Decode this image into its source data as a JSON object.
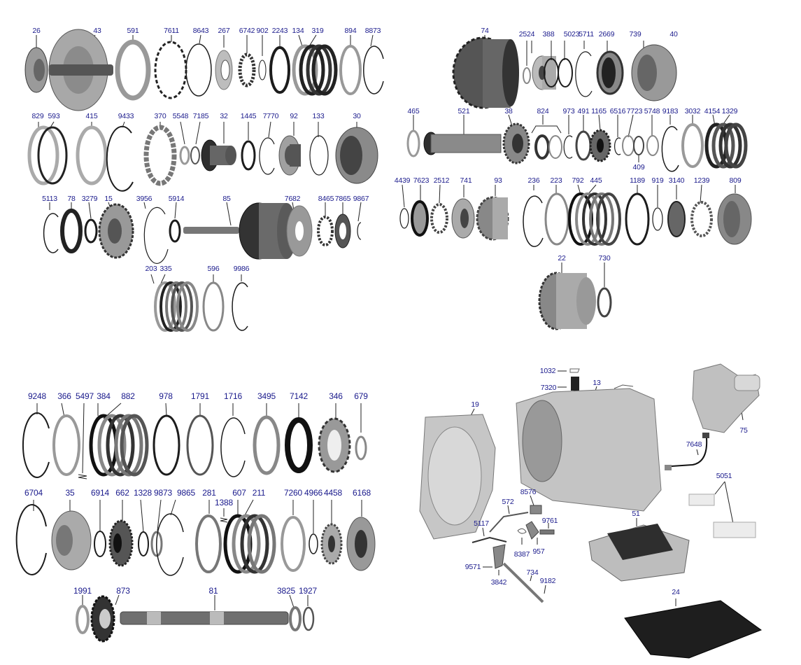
{
  "title": "Automatic transmission exploded parts diagram",
  "label_color": "#1a1a8c",
  "groups": {
    "top_left": {
      "row1": [
        "26",
        "43",
        "591",
        "7611",
        "8643",
        "267",
        "6742",
        "902",
        "2243",
        "134",
        "319",
        "894",
        "8873"
      ],
      "row2": [
        "829",
        "593",
        "415",
        "9433",
        "370",
        "5548",
        "7185",
        "32",
        "1445",
        "7770",
        "92",
        "133",
        "30"
      ],
      "row3": [
        "5113",
        "78",
        "3279",
        "15",
        "3956",
        "5914",
        "85",
        "7682",
        "8465",
        "7865",
        "9867"
      ],
      "row4": [
        "203",
        "335",
        "596",
        "9986"
      ]
    },
    "top_right": {
      "row1": [
        "74",
        "2524",
        "388",
        "5023",
        "5711",
        "2669",
        "739",
        "40"
      ],
      "row2": [
        "465",
        "521",
        "38",
        "824",
        "973",
        "491",
        "1165",
        "6516",
        "7723",
        "5748",
        "9183",
        "3032",
        "4154",
        "1329",
        "409"
      ],
      "row3": [
        "4439",
        "7623",
        "2512",
        "741",
        "93",
        "236",
        "223",
        "792",
        "445",
        "1189",
        "919",
        "3140",
        "1239",
        "809"
      ],
      "row4": [
        "22",
        "730"
      ]
    },
    "bottom_left": {
      "row1": [
        "9248",
        "366",
        "5497",
        "384",
        "882",
        "978",
        "1791",
        "1716",
        "3495",
        "7142",
        "346",
        "679"
      ],
      "row2": [
        "6704",
        "35",
        "6914",
        "662",
        "1328",
        "9873",
        "9865",
        "281",
        "1388",
        "607",
        "211",
        "7260",
        "4966",
        "4458",
        "6168"
      ],
      "row3": [
        "1991",
        "873",
        "81",
        "3825",
        "1927"
      ]
    },
    "bottom_right": {
      "housing": [
        "1032",
        "7320",
        "13",
        "19",
        "75",
        "7648"
      ],
      "shift_linkage": [
        "8576",
        "572",
        "9761",
        "5117",
        "957",
        "8387",
        "9571",
        "3842",
        "734",
        "9182"
      ],
      "valve_body": [
        "5051",
        "51",
        "24"
      ]
    }
  },
  "labels": {
    "l26": "26",
    "l43": "43",
    "l591": "591",
    "l7611": "7611",
    "l8643": "8643",
    "l267": "267",
    "l6742": "6742",
    "l902": "902",
    "l2243": "2243",
    "l134": "134",
    "l319": "319",
    "l894": "894",
    "l8873": "8873",
    "l829": "829",
    "l593": "593",
    "l415": "415",
    "l9433": "9433",
    "l370": "370",
    "l5548": "5548",
    "l7185": "7185",
    "l32": "32",
    "l1445": "1445",
    "l7770": "7770",
    "l92": "92",
    "l133": "133",
    "l30": "30",
    "l5113": "5113",
    "l78": "78",
    "l3279": "3279",
    "l15": "15",
    "l3956": "3956",
    "l5914": "5914",
    "l85": "85",
    "l7682": "7682",
    "l8465": "8465",
    "l7865": "7865",
    "l9867": "9867",
    "l203": "203",
    "l335": "335",
    "l596": "596",
    "l9986": "9986",
    "l74": "74",
    "l2524": "2524",
    "l388": "388",
    "l5023": "5023",
    "l5711": "5711",
    "l2669": "2669",
    "l739": "739",
    "l40": "40",
    "l465": "465",
    "l521": "521",
    "l38": "38",
    "l824": "824",
    "l973": "973",
    "l491": "491",
    "l1165": "1165",
    "l6516": "6516",
    "l7723": "7723",
    "l5748": "5748",
    "l9183": "9183",
    "l3032": "3032",
    "l4154": "4154",
    "l1329": "1329",
    "l409": "409",
    "l4439": "4439",
    "l7623": "7623",
    "l2512": "2512",
    "l741": "741",
    "l93": "93",
    "l236": "236",
    "l223": "223",
    "l792": "792",
    "l445": "445",
    "l1189": "1189",
    "l919": "919",
    "l3140": "3140",
    "l1239": "1239",
    "l809": "809",
    "l22": "22",
    "l730": "730",
    "l9248": "9248",
    "l366": "366",
    "l5497": "5497",
    "l384": "384",
    "l882": "882",
    "l978": "978",
    "l1791": "1791",
    "l1716": "1716",
    "l3495": "3495",
    "l7142": "7142",
    "l346": "346",
    "l679": "679",
    "l6704": "6704",
    "l35": "35",
    "l6914": "6914",
    "l662": "662",
    "l1328": "1328",
    "l9873": "9873",
    "l9865": "9865",
    "l281": "281",
    "l1388": "1388",
    "l607": "607",
    "l211": "211",
    "l7260": "7260",
    "l4966": "4966",
    "l4458": "4458",
    "l6168": "6168",
    "l1991": "1991",
    "l873": "873",
    "l81": "81",
    "l3825": "3825",
    "l1927": "1927",
    "l1032": "1032",
    "l7320": "7320",
    "l13": "13",
    "l19": "19",
    "l75": "75",
    "l7648": "7648",
    "l5051": "5051",
    "l8576": "8576",
    "l572": "572",
    "l9761": "9761",
    "l5117": "5117",
    "l957": "957",
    "l8387": "8387",
    "l9571": "9571",
    "l3842": "3842",
    "l734": "734",
    "l9182": "9182",
    "l51": "51",
    "l24": "24"
  }
}
